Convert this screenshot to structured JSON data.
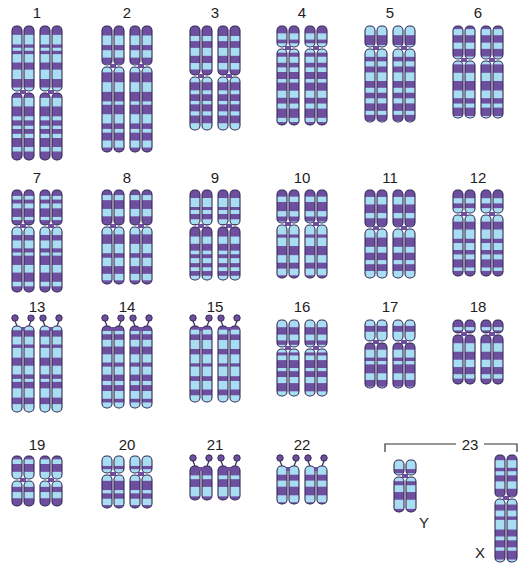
{
  "diagram": {
    "labels": [
      "1",
      "2",
      "3",
      "4",
      "5",
      "6",
      "7",
      "8",
      "9",
      "10",
      "11",
      "12",
      "13",
      "14",
      "15",
      "16",
      "17",
      "18",
      "19",
      "20",
      "21",
      "22",
      "23",
      "Y",
      "X"
    ]
  }
}
